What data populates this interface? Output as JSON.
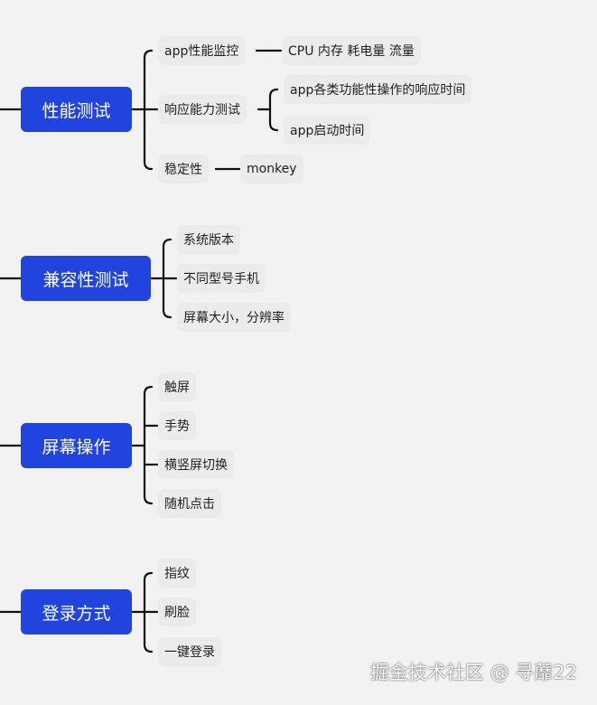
{
  "mindmap": {
    "perf": {
      "title": "性能测试",
      "items": {
        "monitor": "app性能监控",
        "monitor_detail": "CPU 内存  耗电量  流量",
        "response": "响应能力测试",
        "response_func": "app各类功能性操作的响应时间",
        "response_launch": "app启动时间",
        "stability": "稳定性",
        "stability_detail": "monkey"
      }
    },
    "compat": {
      "title": "兼容性测试",
      "items": [
        "系统版本",
        "不同型号手机",
        "屏幕大小，分辨率"
      ]
    },
    "screen": {
      "title": "屏幕操作",
      "items": [
        "触屏",
        "手势",
        "横竖屏切换",
        "随机点击"
      ]
    },
    "login": {
      "title": "登录方式",
      "items": [
        "指纹",
        "刷脸",
        "一键登录"
      ]
    }
  },
  "watermark": "掘金技术社区 @ 寻蘼22",
  "colors": {
    "topic_bg": "#2144de",
    "leaf_bg": "#ebebeb",
    "line": "#111111",
    "background": "#f3f2f2"
  }
}
